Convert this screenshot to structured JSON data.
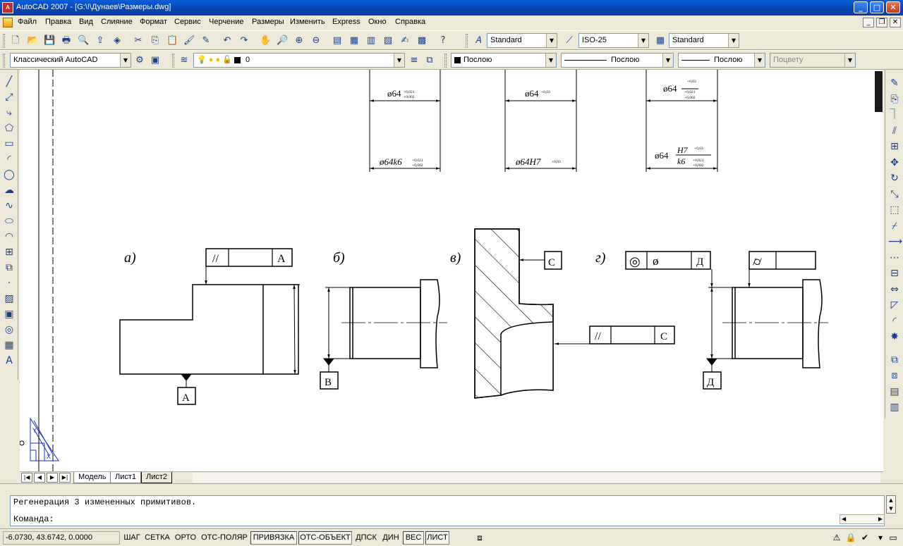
{
  "window": {
    "logo_label": "A",
    "title": "AutoCAD 2007 - [G:\\!\\Дунаев\\Размеры.dwg]",
    "minimize_glyph": "_",
    "maximize_glyph": "□",
    "close_glyph": "✕",
    "doc_minimize_glyph": "_",
    "doc_restore_glyph": "❐",
    "doc_close_glyph": "✕"
  },
  "menu": [
    "Файл",
    "Правка",
    "Вид",
    "Слияние",
    "Формат",
    "Сервис",
    "Черчение",
    "Размеры",
    "Изменить",
    "Express",
    "Окно",
    "Справка"
  ],
  "toolbars": {
    "text_style": "Standard",
    "dim_style": "ISO-25",
    "table_style": "Standard",
    "workspace": "Классический AutoCAD",
    "layer": "0",
    "color": "Послою",
    "linetype": "Послою",
    "lineweight": "Послою",
    "plotstyle": "Поцвету"
  },
  "standard_icons": [
    "new-icon",
    "open-icon",
    "save-icon",
    "plot-icon",
    "plot-preview-icon",
    "publish-icon",
    "3d-dwf-icon",
    "cut-icon",
    "copy-icon",
    "paste-icon",
    "match-properties-icon",
    "block-editor-icon",
    "undo-icon",
    "redo-icon",
    "pan-icon",
    "zoom-realtime-icon",
    "zoom-window-icon",
    "zoom-previous-icon",
    "properties-icon",
    "design-center-icon",
    "tool-palettes-icon",
    "sheet-set-icon",
    "markup-icon",
    "quickcalc-icon",
    "help-icon"
  ],
  "draw_tools": [
    "line-icon",
    "construction-line-icon",
    "polyline-icon",
    "polygon-icon",
    "rectangle-icon",
    "arc-icon",
    "circle-icon",
    "revision-cloud-icon",
    "spline-icon",
    "ellipse-icon",
    "ellipse-arc-icon",
    "insert-block-icon",
    "make-block-icon",
    "point-icon",
    "hatch-icon",
    "gradient-icon",
    "region-icon",
    "table-icon",
    "multiline-text-icon"
  ],
  "modify_tools": [
    "erase-icon",
    "copy-object-icon",
    "mirror-icon",
    "offset-icon",
    "array-icon",
    "move-icon",
    "rotate-icon",
    "scale-icon",
    "stretch-icon",
    "trim-icon",
    "extend-icon",
    "break-at-point-icon",
    "break-icon",
    "join-icon",
    "chamfer-icon",
    "fillet-icon",
    "explode-icon",
    "draworder-front-icon",
    "draworder-back-icon",
    "draworder-above-icon",
    "draworder-under-icon"
  ],
  "drawing": {
    "dim_labels": [
      {
        "main": "ø64",
        "upper": "+0,021",
        "lower": "+0,002"
      },
      {
        "main": "ø64",
        "upper": "+0,03",
        "lower": ""
      },
      {
        "main": "ø64",
        "upper": "+0,03",
        "mid": "+0,021",
        "lower": "+0,002"
      }
    ],
    "fit_labels": [
      {
        "main": "ø64k6",
        "upper": "+0,021",
        "lower": "+0,002"
      },
      {
        "main": "ø64H7",
        "upper": "+0,03"
      },
      {
        "main": "ø64",
        "numerator": "H7",
        "num_tol": "+0,03",
        "denominator": "k6",
        "den_upper": "+0,021",
        "den_lower": "+0,002"
      }
    ],
    "variant_labels": [
      "а)",
      "б)",
      "в)",
      "г)"
    ],
    "datums": [
      "А",
      "В",
      "С",
      "Д"
    ],
    "frame_a": {
      "symbol": "//",
      "value": "",
      "datum": "А"
    },
    "frame_v1": {
      "datum": "С"
    },
    "frame_v2": {
      "symbol": "//",
      "value": "",
      "datum": "С"
    },
    "frame_g1": {
      "symbol1": "◎",
      "symbol2": "ø",
      "datum": "Д"
    },
    "frame_g2": {
      "symbol": "⌭",
      "value": ""
    },
    "ucs": {
      "y": "Y",
      "x": "X"
    }
  },
  "layout_tabs": [
    "Модель",
    "Лист1",
    "Лист2"
  ],
  "active_tab": "Лист2",
  "command_history": "Регенерация 3 измененных примитивов.",
  "command_prompt": "Команда:",
  "status": {
    "coords": "-6.0730, 43.6742, 0.0000",
    "buttons": [
      {
        "label": "ШАГ",
        "on": false
      },
      {
        "label": "СЕТКА",
        "on": false
      },
      {
        "label": "ОРТО",
        "on": false
      },
      {
        "label": "ОТС-ПОЛЯР",
        "on": false
      },
      {
        "label": "ПРИВЯЗКА",
        "on": true
      },
      {
        "label": "ОТС-ОБЪЕКТ",
        "on": true
      },
      {
        "label": "ДПСК",
        "on": false
      },
      {
        "label": "ДИН",
        "on": false
      },
      {
        "label": "ВЕС",
        "on": true
      },
      {
        "label": "ЛИСТ",
        "on": true
      }
    ]
  }
}
